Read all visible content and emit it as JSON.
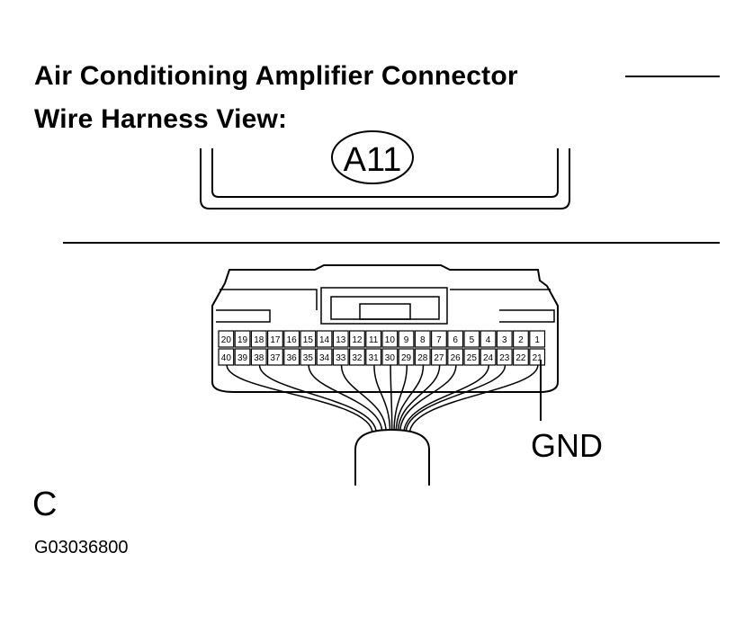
{
  "title": {
    "line1": "Air Conditioning Amplifier Connector",
    "line2": "Wire Harness View:"
  },
  "connector_code": "A11",
  "terminals": {
    "top_row": [
      "20",
      "19",
      "18",
      "17",
      "16",
      "15",
      "14",
      "13",
      "12",
      "11",
      "10",
      "9",
      "8",
      "7",
      "6",
      "5",
      "4",
      "3",
      "2",
      "1"
    ],
    "bottom_row": [
      "40",
      "39",
      "38",
      "37",
      "36",
      "35",
      "34",
      "33",
      "32",
      "31",
      "30",
      "29",
      "28",
      "27",
      "26",
      "25",
      "24",
      "23",
      "22",
      "21"
    ]
  },
  "gnd_label": "GND",
  "section_letter": "C",
  "figure_id": "G03036800"
}
